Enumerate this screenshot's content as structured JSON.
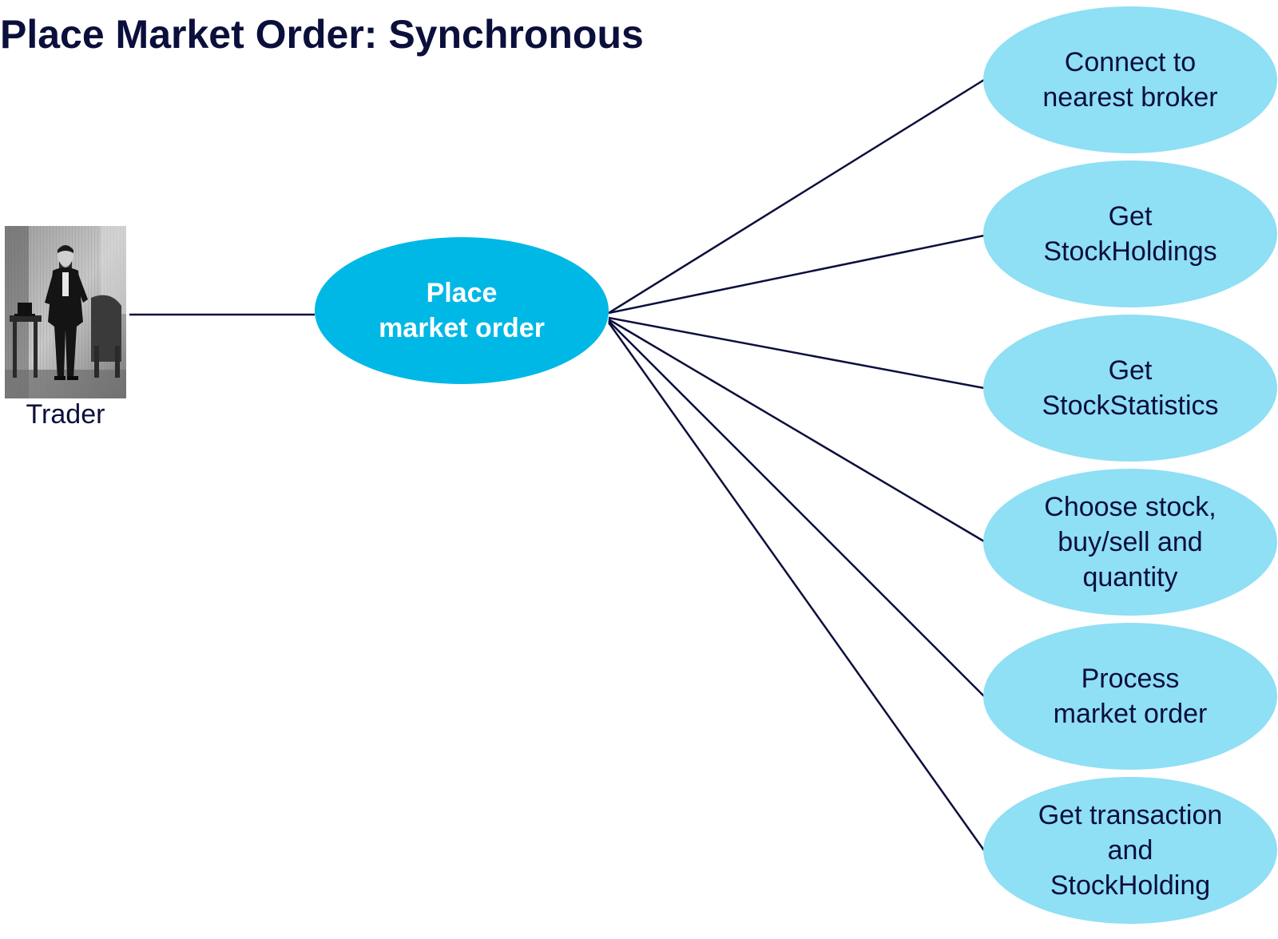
{
  "title": "Place Market Order: Synchronous",
  "actor": {
    "name": "Trader"
  },
  "main_use_case": {
    "label": "Place\nmarket order",
    "color": "#00b8e6"
  },
  "sub_use_cases": [
    {
      "label": "Connect to\nnearest broker"
    },
    {
      "label": "Get\nStockHoldings"
    },
    {
      "label": "Get\nStockStatistics"
    },
    {
      "label": "Choose stock,\nbuy/sell and\nquantity"
    },
    {
      "label": "Process\nmarket order"
    },
    {
      "label": "Get transaction\nand\nStockHolding"
    }
  ],
  "colors": {
    "sub_fill": "#8fdff5",
    "line": "#0b0f3c",
    "text": "#0b0f3c"
  }
}
